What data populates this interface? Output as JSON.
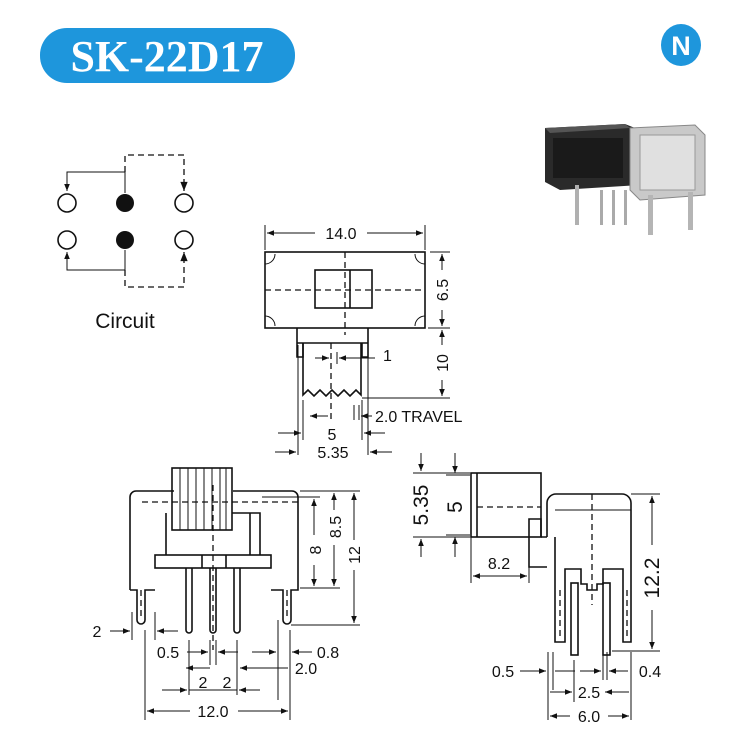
{
  "header": {
    "model": "SK-22D17",
    "logo_letter": "N",
    "brand_color": "#1e96dc"
  },
  "circuit": {
    "label": "Circuit"
  },
  "top_view": {
    "width": "14.0",
    "height": "6.5",
    "stem": "10",
    "slot": "1",
    "travel": "2.0 TRAVEL",
    "inner": "5",
    "outer": "5.35"
  },
  "front_view": {
    "h1": "8",
    "h2": "8.5",
    "h3": "12",
    "pin_offset": "2",
    "pin_width": "0.5",
    "lug_width": "0.8",
    "lug_gap": "2.0",
    "pitch_a": "2",
    "pitch_b": "2",
    "width": "12.0"
  },
  "side_view": {
    "knob_outer": "5.35",
    "knob_inner": "5",
    "depth": "8.2",
    "height": "12.2",
    "pin_width": "0.5",
    "lug_width": "0.4",
    "pitch": "2.5",
    "width": "6.0"
  }
}
